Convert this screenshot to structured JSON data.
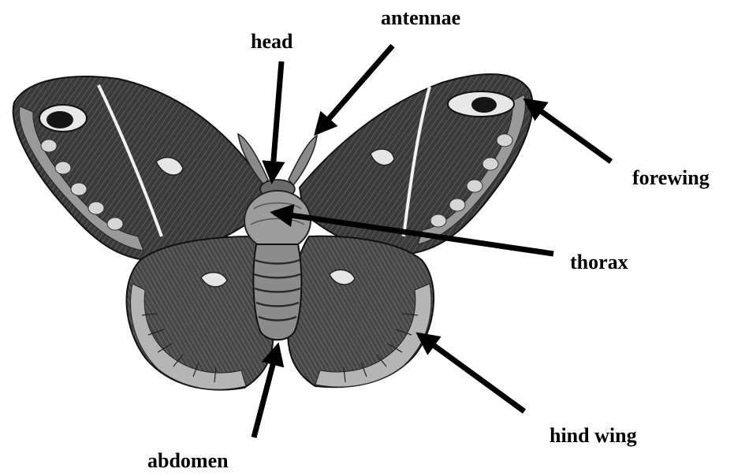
{
  "labels": {
    "antennae": "antennae",
    "head": "head",
    "forewing": "forewing",
    "thorax": "thorax",
    "hind_wing": "hind wing",
    "abdomen": "abdomen"
  },
  "colors": {
    "wing_dark": "#2b2b2b",
    "wing_mid": "#6e6e6e",
    "wing_light": "#c9c9c9",
    "body": "#8a8a8a",
    "arrow": "#000000"
  }
}
